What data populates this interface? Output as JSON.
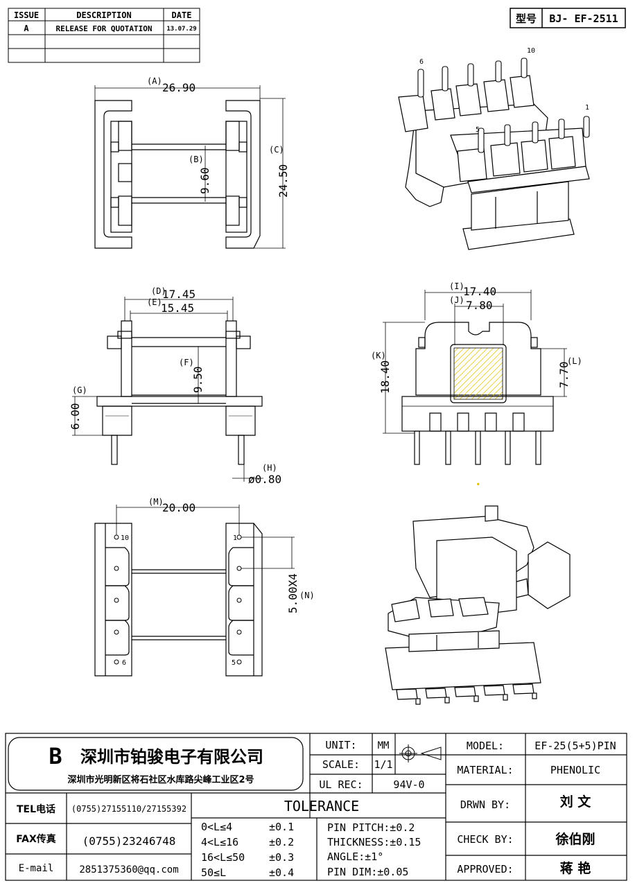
{
  "revision_table": {
    "headers": {
      "issue": "ISSUE",
      "description": "DESCRIPTION",
      "date": "DATE"
    },
    "rows": [
      {
        "issue": "A",
        "description": "RELEASE FOR QUOTATION",
        "date": "13.07.29"
      }
    ]
  },
  "model_box": {
    "label": "型号",
    "value": "BJ- EF-2511"
  },
  "dimensions": {
    "A": {
      "letter": "(A)",
      "value": "26.90"
    },
    "B": {
      "letter": "(B)",
      "value": "9.60"
    },
    "C": {
      "letter": "(C)",
      "value": "24.50"
    },
    "D": {
      "letter": "(D)",
      "value": "17.45"
    },
    "E": {
      "letter": "(E)",
      "value": "15.45"
    },
    "F": {
      "letter": "(F)",
      "value": "9.50"
    },
    "G": {
      "letter": "(G)",
      "value": "6.00"
    },
    "H": {
      "letter": "(H)",
      "value": "ø0.80"
    },
    "I": {
      "letter": "(I)",
      "value": "17.40"
    },
    "J": {
      "letter": "(J)",
      "value": "7.80"
    },
    "K": {
      "letter": "(K)",
      "value": "18.40"
    },
    "L": {
      "letter": "(L)",
      "value": "7.70"
    },
    "M": {
      "letter": "(M)",
      "value": "20.00"
    },
    "N": {
      "letter": "(N)",
      "value": "5.00X4"
    }
  },
  "pin_labels": {
    "iso_6": "6",
    "iso_10": "10",
    "iso_1": "1",
    "iso_5": "5",
    "bottom_10": "10",
    "bottom_1": "1",
    "bottom_6": "6",
    "bottom_5": "5"
  },
  "company": {
    "logo": "B",
    "name": "深圳市铂骏电子有限公司",
    "address": "深圳市光明新区将石社区水库路尖峰工业区2号"
  },
  "contacts": [
    {
      "label": "TEL电话",
      "value": "(0755)27155110/27155392"
    },
    {
      "label": "FAX传真",
      "value": "(0755)23246748"
    },
    {
      "label": "E-mail",
      "value": "2851375360@qq.com"
    }
  ],
  "specs": {
    "unit_label": "UNIT:",
    "unit_value": "MM",
    "scale_label": "SCALE:",
    "scale_value": "1/1",
    "ul_label": "UL REC:",
    "ul_value": "94V-0"
  },
  "tolerance": {
    "title": "TOLERANCE",
    "ranges": [
      {
        "range": "0<L≤4",
        "value": "±0.1"
      },
      {
        "range": "4<L≤16",
        "value": "±0.2"
      },
      {
        "range": "16<L≤50",
        "value": "±0.3"
      },
      {
        "range": "50≤L",
        "value": "±0.4"
      }
    ],
    "notes": [
      "PIN PITCH:±0.2",
      "THICKNESS:±0.15",
      "ANGLE:±1°",
      "PIN DIM:±0.05"
    ]
  },
  "title_block": {
    "model_label": "MODEL:",
    "model_value": "EF-25(5+5)PIN",
    "material_label": "MATERIAL:",
    "material_value": "PHENOLIC",
    "drawn_label": "DRWN BY:",
    "drawn_value": "刘 文",
    "check_label": "CHECK BY:",
    "check_value": "徐伯刚",
    "approved_label": "APPROVED:",
    "approved_value": "蒋 艳"
  }
}
